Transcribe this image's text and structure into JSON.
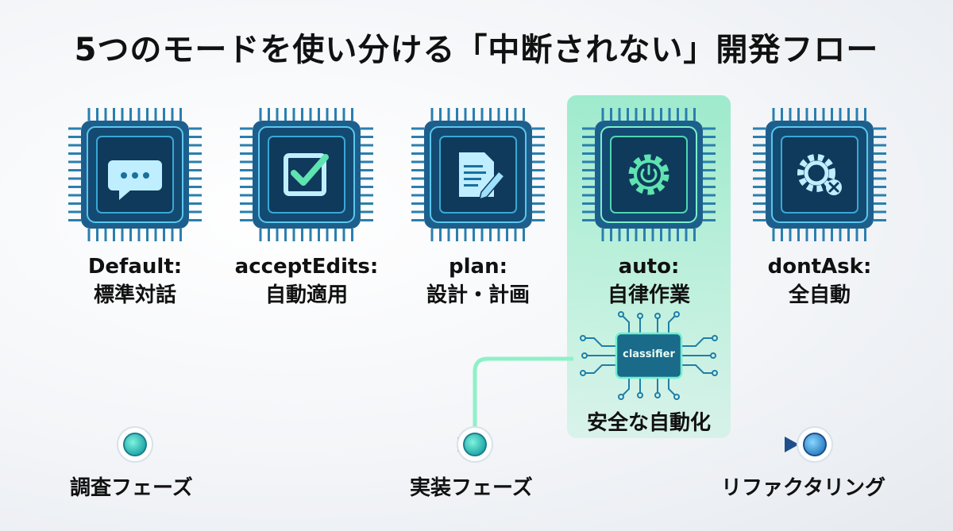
{
  "title": "5つのモードを使い分ける「中断されない」開発フロー",
  "modes": [
    {
      "name": "Default:",
      "desc": "標準対話",
      "icon": "chat-bubble-icon"
    },
    {
      "name": "acceptEdits:",
      "desc": "自動適用",
      "icon": "checkbox-icon"
    },
    {
      "name": "plan:",
      "desc": "設計・計画",
      "icon": "document-pencil-icon"
    },
    {
      "name": "auto:",
      "desc": "自律作業",
      "icon": "gear-power-icon"
    },
    {
      "name": "dontAsk:",
      "desc": "全自動",
      "icon": "gear-x-icon"
    }
  ],
  "classifier": {
    "label": "classifier",
    "caption": "安全な自動化"
  },
  "phases": [
    "調査フェーズ",
    "実装フェーズ",
    "リファクタリング"
  ],
  "colors": {
    "chip_dark": "#0f3a5c",
    "chip_accent": "#2a9fd0",
    "highlight": "#8fe6c4",
    "flow_start": "#3fd1c4",
    "flow_end": "#1f4e8c"
  }
}
